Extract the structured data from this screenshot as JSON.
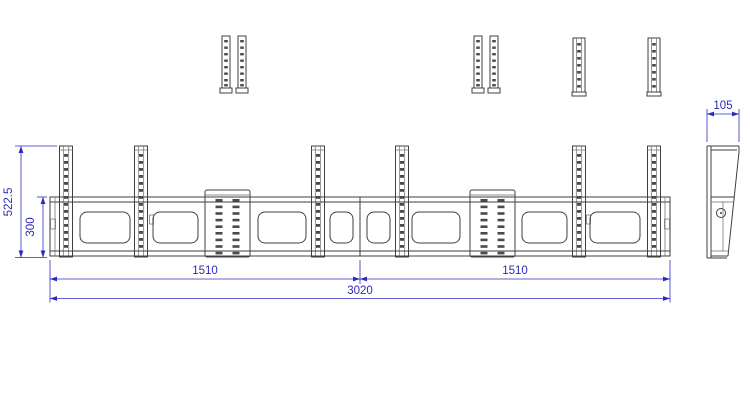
{
  "colors": {
    "background": "#ffffff",
    "drawing_line": "#3f3f3f",
    "dimension_blue": "#2b2bbe"
  },
  "front_view": {
    "dim_overall_height": "522.5",
    "dim_rail_height": "300",
    "dim_span_left": "1510",
    "dim_span_right": "1510",
    "dim_overall_width": "3020"
  },
  "side_view": {
    "dim_depth": "105"
  }
}
